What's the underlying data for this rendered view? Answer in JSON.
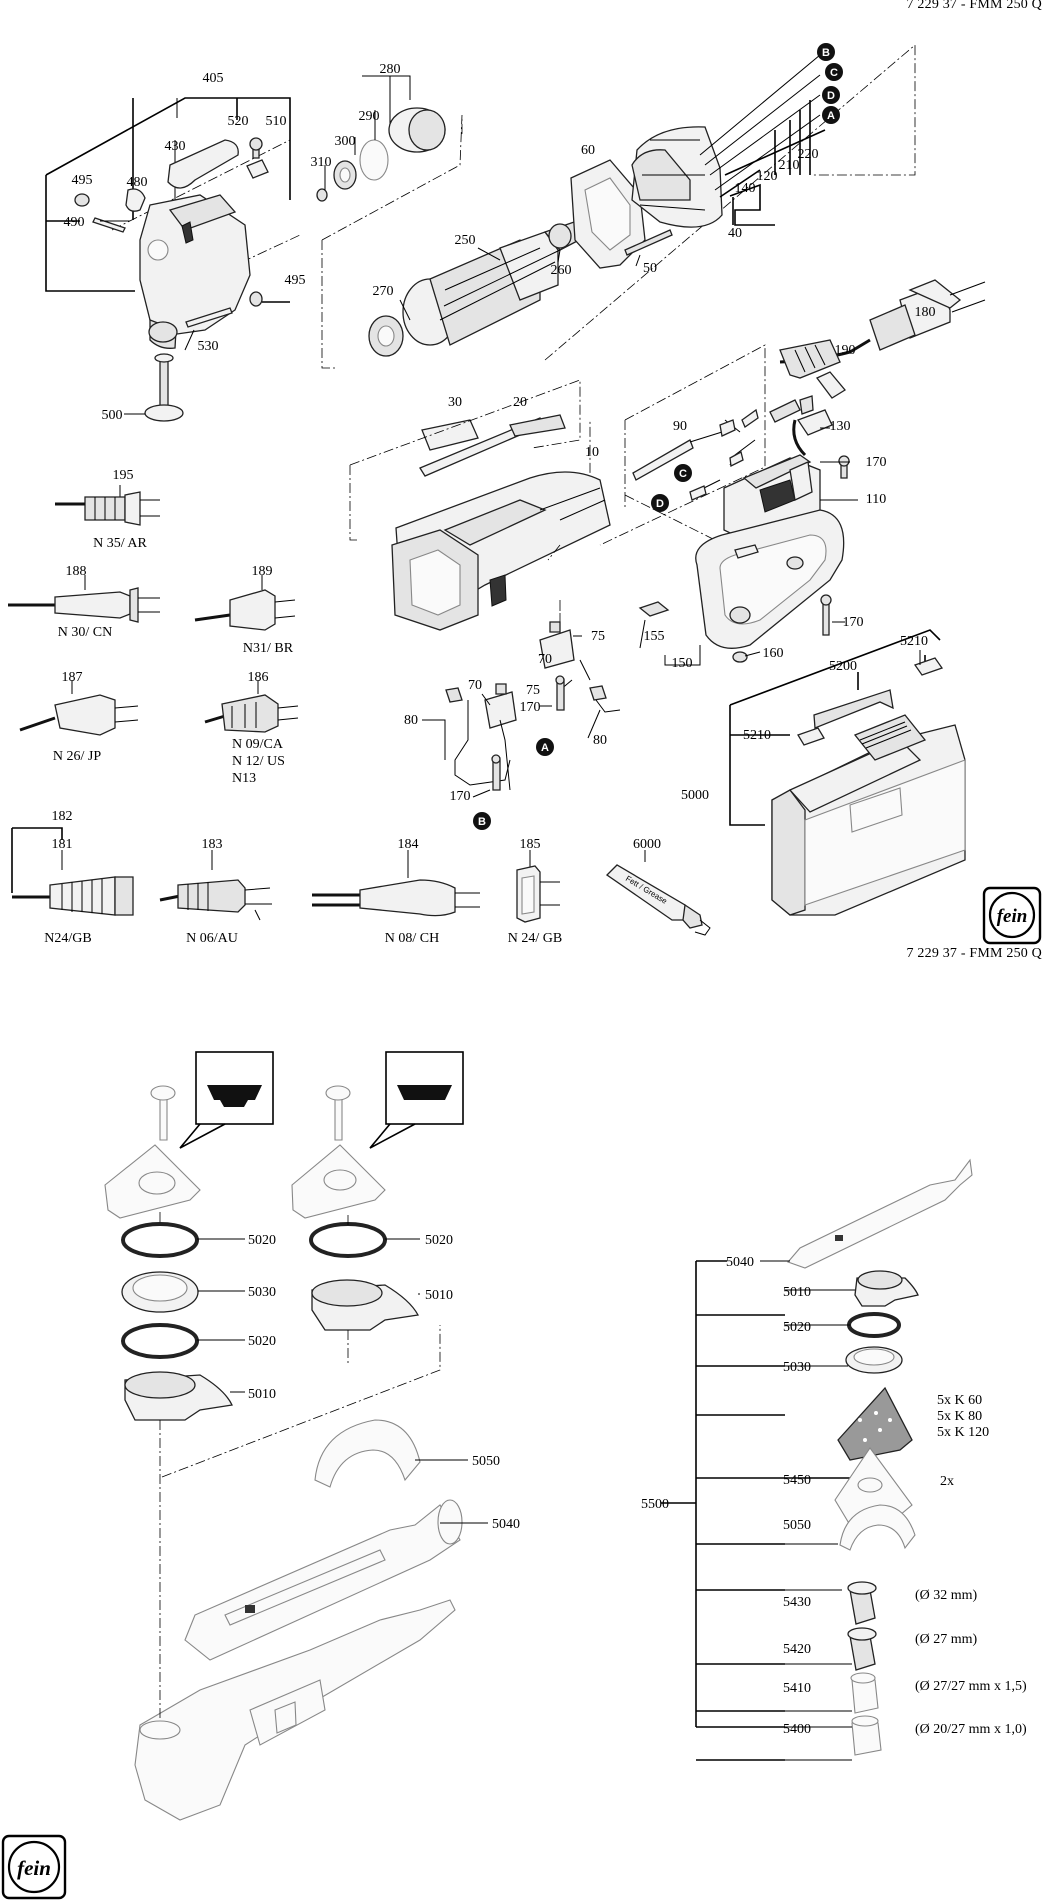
{
  "header": {
    "code_top": "7 229 37 - FMM 250 Q",
    "code_mid": "7 229 37 - FMM 250 Q"
  },
  "brand": {
    "logo_top": "fein",
    "logo_bottom": "fein"
  },
  "tube_text": "Fett / Grease",
  "labels": {
    "p405": "405",
    "p520": "520",
    "p510": "510",
    "p430": "430",
    "p495a": "495",
    "p480": "480",
    "p490": "490",
    "p495b": "495",
    "p530": "530",
    "p500": "500",
    "p280": "280",
    "p290": "290",
    "p300": "300",
    "p310": "310",
    "p250": "250",
    "p260": "260",
    "p270": "270",
    "p60": "60",
    "p50": "50",
    "p40": "40",
    "p140": "140",
    "p120": "120",
    "p210": "210",
    "p220": "220",
    "p180": "180",
    "p190": "190",
    "p90": "90",
    "p130": "130",
    "p170a": "170",
    "p110": "110",
    "p30": "30",
    "p20": "20",
    "p10": "10",
    "p75a": "75",
    "p70a": "70",
    "p70b": "70",
    "p75b": "75",
    "p170b": "170",
    "p80a": "80",
    "p80b": "80",
    "p170c": "170",
    "p155": "155",
    "p150": "150",
    "p160": "160",
    "p170d": "170",
    "p5210a": "5210",
    "p5200": "5200",
    "p5210b": "5210",
    "p5000": "5000",
    "p195": "195",
    "n35": "N 35/ AR",
    "p188": "188",
    "n30": "N 30/ CN",
    "p189": "189",
    "n31": "N31/ BR",
    "p187": "187",
    "n26": "N 26/ JP",
    "p186": "186",
    "n09": "N 09/CA",
    "n12": "N 12/ US",
    "n13": "N13",
    "p182": "182",
    "p181": "181",
    "n24gb": "N24/GB",
    "p183": "183",
    "n06": "N 06/AU",
    "p184": "184",
    "n08": "N 08/ CH",
    "p185": "185",
    "n24gb2": "N 24/ GB",
    "p6000": "6000",
    "l5020a": "5020",
    "l5030a": "5030",
    "l5020b": "5020",
    "l5010a": "5010",
    "l5020c": "5020",
    "l5010b": "5010",
    "l5050": "5050",
    "l5040": "5040",
    "r5040": "5040",
    "r5010": "5010",
    "r5020": "5020",
    "r5030": "5030",
    "r5500": "5500",
    "r5450": "5450",
    "r5050": "5050",
    "r5430": "5430",
    "r5420": "5420",
    "r5410": "5410",
    "r5400": "5400",
    "k60": "5x K 60",
    "k80": "5x K 80",
    "k120": "5x K 120",
    "x2": "2x",
    "d32": "(Ø 32 mm)",
    "d27": "(Ø 27 mm)",
    "d2727": "(Ø 27/27 mm x 1,5)",
    "d2027": "(Ø 20/27 mm x 1,0)"
  },
  "badges": {
    "a": "A",
    "b": "B",
    "c": "C",
    "d": "D"
  }
}
